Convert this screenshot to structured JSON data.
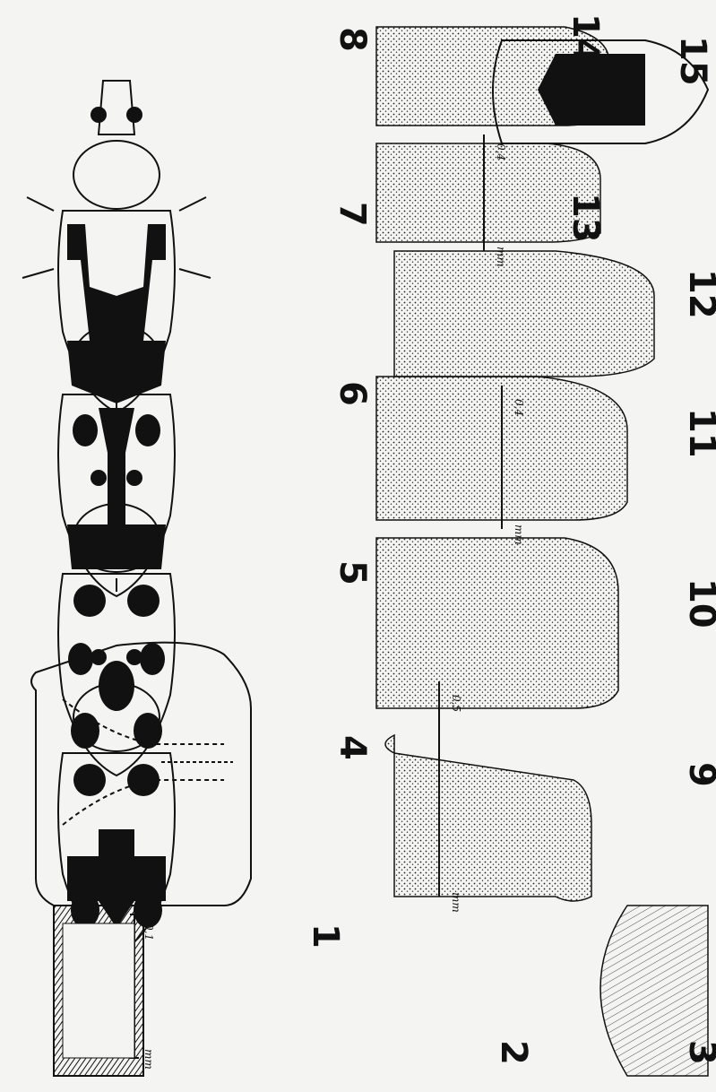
{
  "figure_numbers": {
    "f1": "1",
    "f2": "2",
    "f3": "3",
    "f4": "4",
    "f5": "5",
    "f6": "6",
    "f7": "7",
    "f8": "8",
    "f9": "9",
    "f10": "10",
    "f11": "11",
    "f12": "12",
    "f13": "13",
    "f14": "14",
    "f15": "15"
  },
  "scale_bars": {
    "s1": {
      "value": "0,1",
      "unit": "mm"
    },
    "s2": {
      "value": "0,5",
      "unit": "mm"
    },
    "s3": {
      "value": "0,4",
      "unit": "mm"
    },
    "s4": {
      "value": "0,4",
      "unit": "mm"
    }
  },
  "colors": {
    "ink": "#111111",
    "paper": "#f4f4f2"
  }
}
